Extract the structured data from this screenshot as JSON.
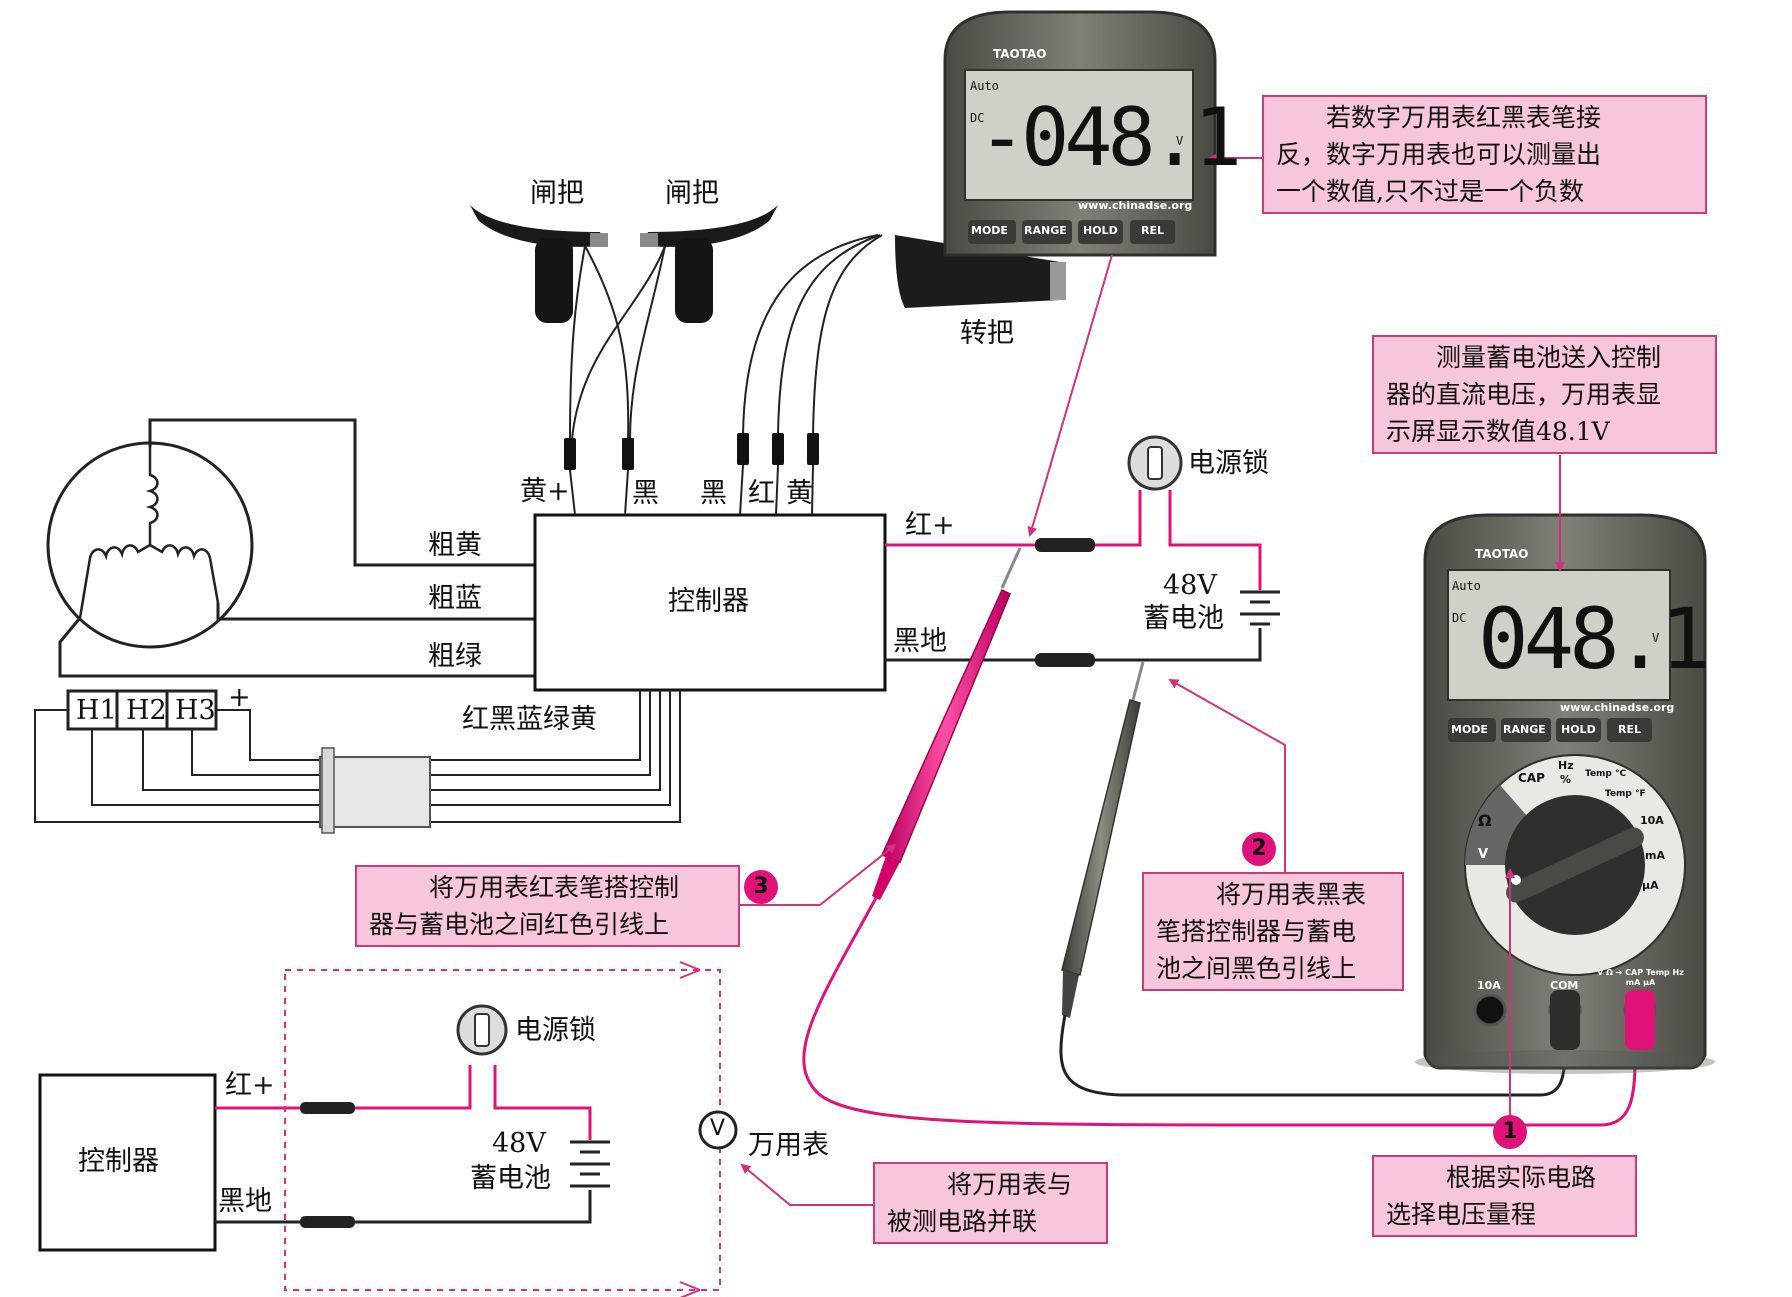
{
  "colors": {
    "accent": "#e0127a",
    "callout_bg": "#f7c6dc",
    "callout_border": "#c63b80",
    "wire": "#222222",
    "meter_body": "#6e6e66",
    "lcd": "#cfd0c8"
  },
  "labels": {
    "brake_left": "闸把",
    "brake_right": "闸把",
    "throttle": "转把",
    "wire_yellow_plus": "黄+",
    "wire_black_1": "黑",
    "wire_black_2": "黑",
    "wire_red": "红",
    "wire_yellow": "黄",
    "phase_yellow": "粗黄",
    "phase_blue": "粗蓝",
    "phase_green": "粗绿",
    "controller": "控制器",
    "hall_colors": "红黑蓝绿黄",
    "hall_h1": "H1",
    "hall_h2": "H2",
    "hall_h3": "H3",
    "hall_plus": "+",
    "red_plus": "红+",
    "black_ground": "黑地",
    "power_lock": "电源锁",
    "battery_voltage": "48V",
    "battery": "蓄电池",
    "sch_controller": "控制器",
    "sch_red_plus": "红+",
    "sch_black_ground": "黑地",
    "sch_power_lock": "电源锁",
    "sch_battery_voltage": "48V",
    "sch_battery": "蓄电池",
    "sch_meter_symbol": "V",
    "sch_meter": "万用表"
  },
  "meter_top": {
    "brand": "TAOTAO",
    "mode": "Auto",
    "dc": "DC",
    "reading": "-048.1",
    "unit": "V",
    "url": "www.chinadse.org",
    "buttons": [
      "MODE",
      "RANGE",
      "HOLD",
      "REL"
    ]
  },
  "meter_main": {
    "brand": "TAOTAO",
    "mode": "Auto",
    "dc": "DC",
    "reading": "048.1",
    "unit": "V",
    "url": "www.chinadse.org",
    "buttons": [
      "MODE",
      "RANGE",
      "HOLD",
      "REL"
    ],
    "dial": {
      "cap": "CAP",
      "hz": "Hz",
      "pct": "%",
      "temp_c": "Temp °C",
      "temp_f": "Temp °F",
      "a10": "10A",
      "ma": "mA",
      "ua": "μA",
      "v": "V",
      "ohm": "Ω"
    },
    "jacks": {
      "a10": "10A",
      "com": "COM",
      "multi": "V Ω ➔ CAP Temp Hz mA μA"
    }
  },
  "callouts": {
    "negative": [
      "若数字万用表红黑表笔接",
      "反，数字万用表也可以测量出",
      "一个数值,只不过是一个负数"
    ],
    "measure": [
      "测量蓄电池送入控制",
      "器的直流电压，万用表显",
      "示屏显示数值48.1V"
    ],
    "step1": [
      "根据实际电路",
      "选择电压量程"
    ],
    "step2": [
      "将万用表黑表",
      "笔搭控制器与蓄电",
      "池之间黑色引线上"
    ],
    "step3": [
      "将万用表红表笔搭控制",
      "器与蓄电池之间红色引线上"
    ],
    "parallel": [
      "将万用表与",
      "被测电路并联"
    ]
  },
  "badges": {
    "one": "1",
    "two": "2",
    "three": "3"
  }
}
